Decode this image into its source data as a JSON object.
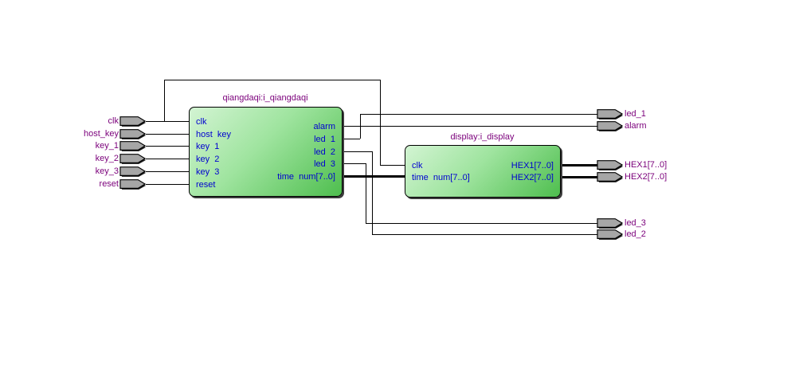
{
  "colors": {
    "background": "#ffffff",
    "block_fill_light": "#d3f4d3",
    "block_fill_dark": "#4ebe4e",
    "block_border": "#000000",
    "block_shadow": "#3c3c3c",
    "port_text": "#0000d0",
    "net_label_text": "#7b007b",
    "pin_fill": "#a6a6a6",
    "wire": "#000000"
  },
  "blocks": [
    {
      "title": "qiangdaqi:i_qiangdaqi",
      "inputs": [
        "clk",
        "host  key",
        "key  1",
        "key  2",
        "key  3",
        "reset"
      ],
      "outputs": [
        "alarm",
        "led  1",
        "led  2",
        "led  3",
        "time  num[7..0]"
      ]
    },
    {
      "title": "display:i_display",
      "inputs": [
        "clk",
        "time  num[7..0]"
      ],
      "outputs": [
        "HEX1[7..0]",
        "HEX2[7..0]"
      ]
    }
  ],
  "input_pins": [
    {
      "label": "clk"
    },
    {
      "label": "host_key"
    },
    {
      "label": "key_1"
    },
    {
      "label": "key_2"
    },
    {
      "label": "key_3"
    },
    {
      "label": "reset"
    }
  ],
  "output_pins": [
    {
      "label": "led_1"
    },
    {
      "label": "alarm"
    },
    {
      "label": "HEX1[7..0]"
    },
    {
      "label": "HEX2[7..0]"
    },
    {
      "label": "led_3"
    },
    {
      "label": "led_2"
    }
  ]
}
